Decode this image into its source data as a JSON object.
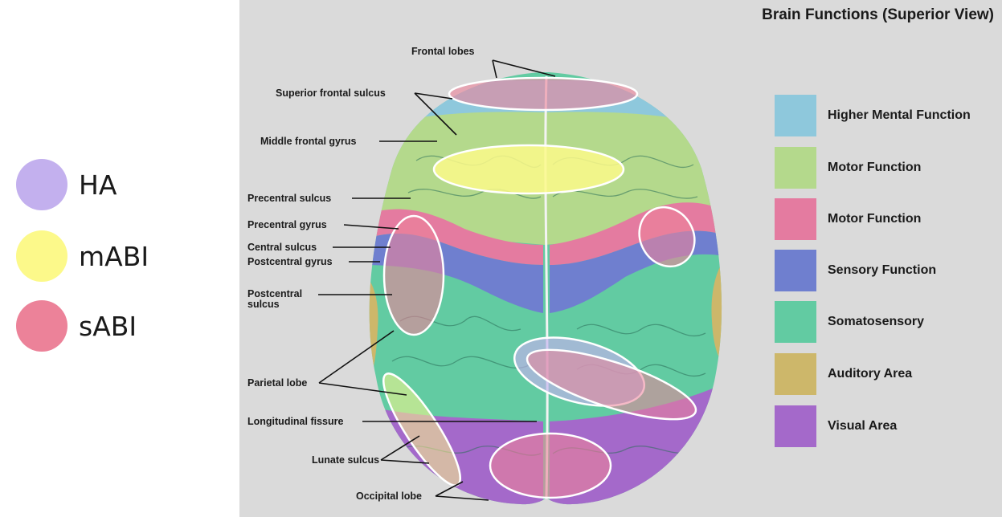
{
  "left_legend": [
    {
      "label": "HA",
      "color": "#c3b0ee"
    },
    {
      "label": "mABI",
      "color": "#fcf98a"
    },
    {
      "label": "sABI",
      "color": "#ec8299"
    }
  ],
  "figure": {
    "title": "Brain Functions (Superior View)",
    "labels": {
      "frontal_lobes": "Frontal lobes",
      "superior_frontal_sulcus": "Superior frontal sulcus",
      "middle_frontal_gyrus": "Middle frontal gyrus",
      "precentral_sulcus": "Precentral sulcus",
      "precentral_gyrus": "Precentral gyrus",
      "central_sulcus": "Central sulcus",
      "postcentral_gyrus": "Postcentral gyrus",
      "postcentral_sulcus_line1": "Postcentral",
      "postcentral_sulcus_line2": "sulcus",
      "parietal_lobe": "Parietal lobe",
      "longitudinal_fissure": "Longitudinal fissure",
      "lunate_sulcus": "Lunate sulcus",
      "occipital_lobe": "Occipital lobe"
    },
    "key": [
      {
        "label": "Higher Mental Function",
        "color": "#8ec8dc"
      },
      {
        "label": "Motor Function",
        "color": "#b4d98c"
      },
      {
        "label": "Motor Function",
        "color": "#e47ba0"
      },
      {
        "label": "Sensory Function",
        "color": "#6f7fcf"
      },
      {
        "label": "Somatosensory",
        "color": "#62cba2"
      },
      {
        "label": "Auditory Area",
        "color": "#cdb76a"
      },
      {
        "label": "Visual Area",
        "color": "#a469ca"
      }
    ]
  }
}
